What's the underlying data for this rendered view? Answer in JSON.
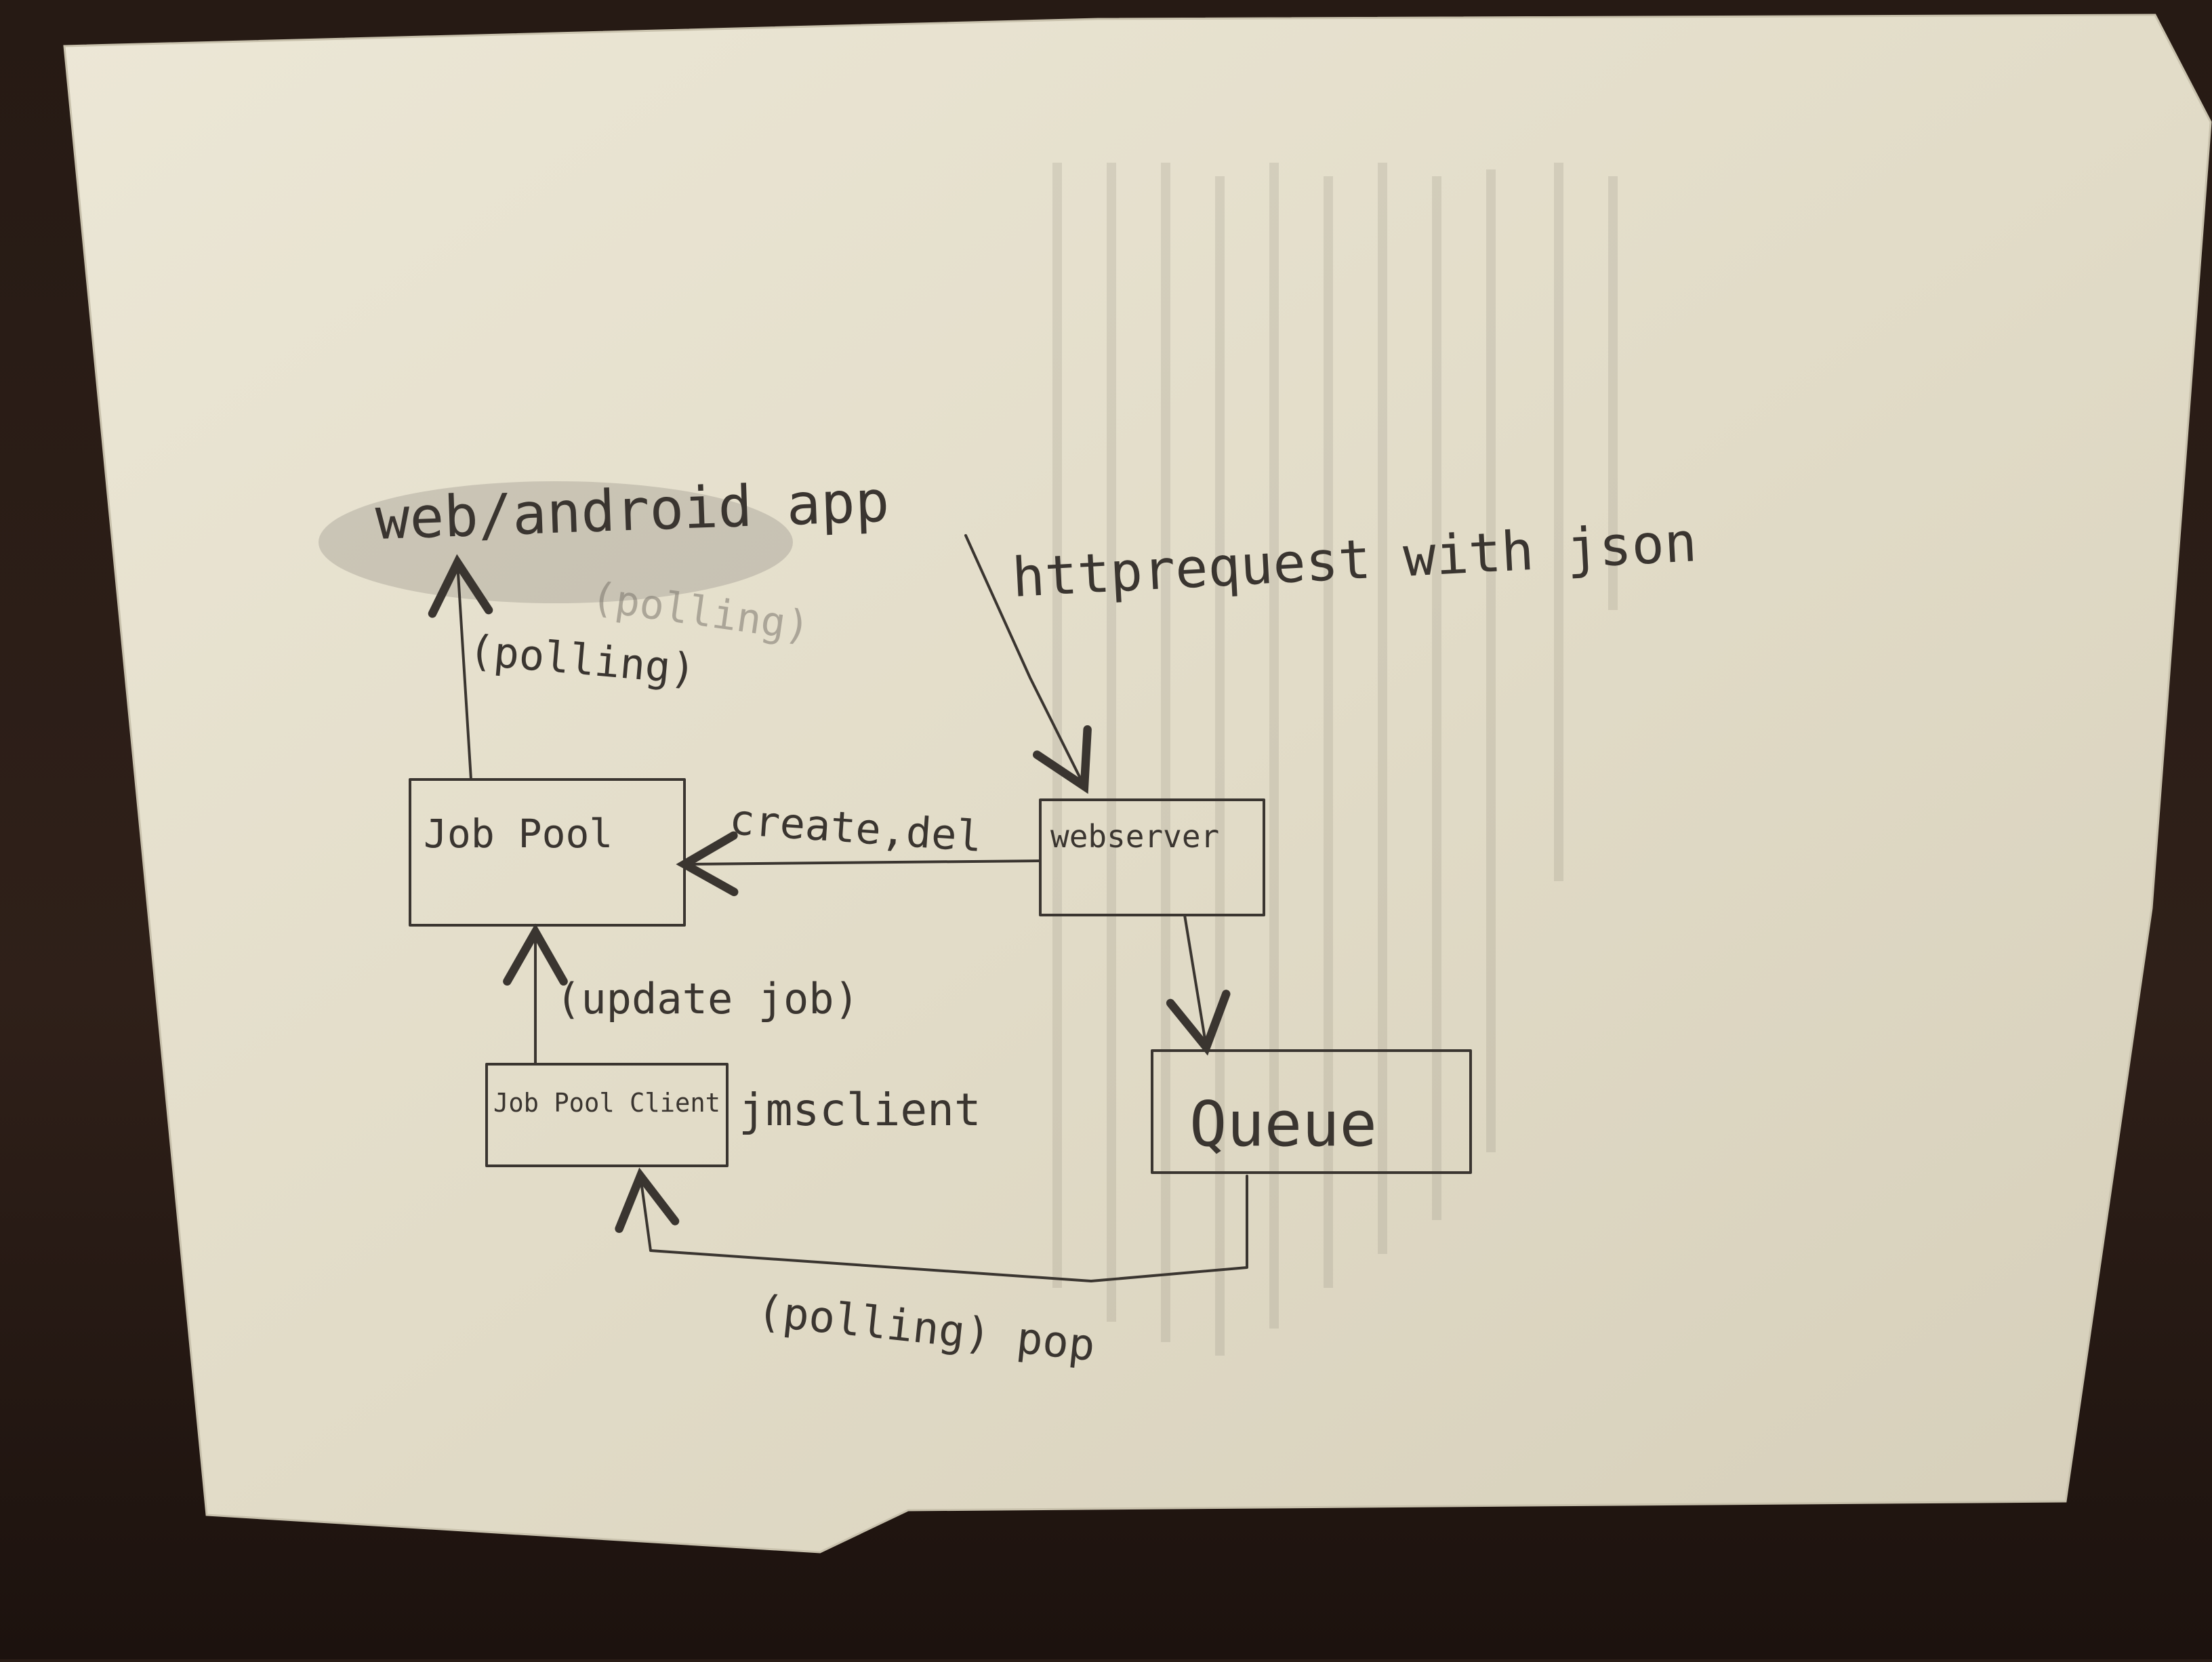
{
  "diagram": {
    "nodes": {
      "web_android_app": "web/android app",
      "job_pool": "Job Pool",
      "webserver": "webserver",
      "job_pool_client": "Job Pool Client",
      "queue": "Queue"
    },
    "edge_labels": {
      "polling_faint": "(polling)",
      "polling": "(polling)",
      "httprequest_with_json": "httprequest with json",
      "create_del": "create,del",
      "update_job": "(update job)",
      "polling_pop": "(polling) pop"
    },
    "annotations": {
      "jmsclient": "jmsclient"
    }
  }
}
